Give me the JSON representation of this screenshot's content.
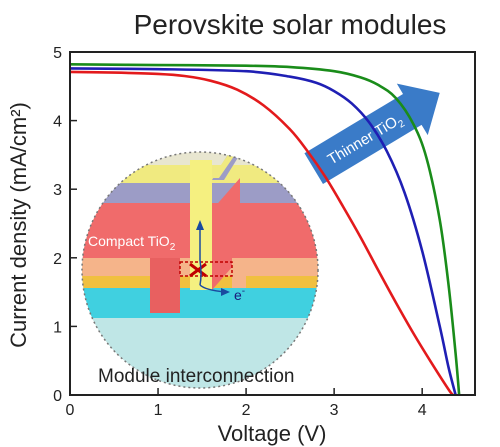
{
  "chart_data": {
    "type": "line",
    "title": "Perovskite solar modules",
    "xlabel": "Voltage (V)",
    "ylabel": "Current density (mA/cm²)",
    "xlim": [
      0,
      4.6
    ],
    "ylim": [
      0,
      5
    ],
    "xticks": [
      0,
      1,
      2,
      3,
      4
    ],
    "yticks": [
      0,
      1,
      2,
      3,
      4,
      5
    ],
    "grid": false,
    "legend": "none",
    "series": [
      {
        "color": "#e31a1c",
        "x": [
          0,
          0.5,
          1.0,
          1.3,
          1.6,
          1.9,
          2.2,
          2.5,
          2.7,
          2.9,
          3.1,
          3.3,
          3.5,
          3.7,
          3.9,
          4.1,
          4.3,
          4.35
        ],
        "y": [
          4.71,
          4.7,
          4.68,
          4.65,
          4.58,
          4.45,
          4.22,
          3.87,
          3.55,
          3.18,
          2.75,
          2.3,
          1.82,
          1.35,
          0.9,
          0.48,
          0.08,
          0
        ]
      },
      {
        "color": "#1f1fb4",
        "x": [
          0,
          1.0,
          2.0,
          2.5,
          2.8,
          3.0,
          3.2,
          3.4,
          3.6,
          3.8,
          4.0,
          4.2,
          4.3,
          4.38
        ],
        "y": [
          4.76,
          4.75,
          4.72,
          4.64,
          4.55,
          4.43,
          4.25,
          3.97,
          3.55,
          2.95,
          2.1,
          1.0,
          0.4,
          0
        ]
      },
      {
        "color": "#1a8c1a",
        "x": [
          0,
          1.0,
          2.0,
          2.5,
          3.0,
          3.3,
          3.5,
          3.7,
          3.9,
          4.05,
          4.2,
          4.3,
          4.38,
          4.42
        ],
        "y": [
          4.82,
          4.81,
          4.8,
          4.78,
          4.72,
          4.63,
          4.52,
          4.33,
          3.95,
          3.45,
          2.55,
          1.6,
          0.6,
          0
        ]
      }
    ],
    "annotations": {
      "arrow_label": "Thinner TiO",
      "arrow_label_sub": "2",
      "arrow_color": "#3a7bc8",
      "inset_caption": "Module interconnection",
      "inset_label": "Compact TiO",
      "inset_label_sub": "2",
      "electron_label": "e",
      "electron_sup": "-"
    }
  }
}
